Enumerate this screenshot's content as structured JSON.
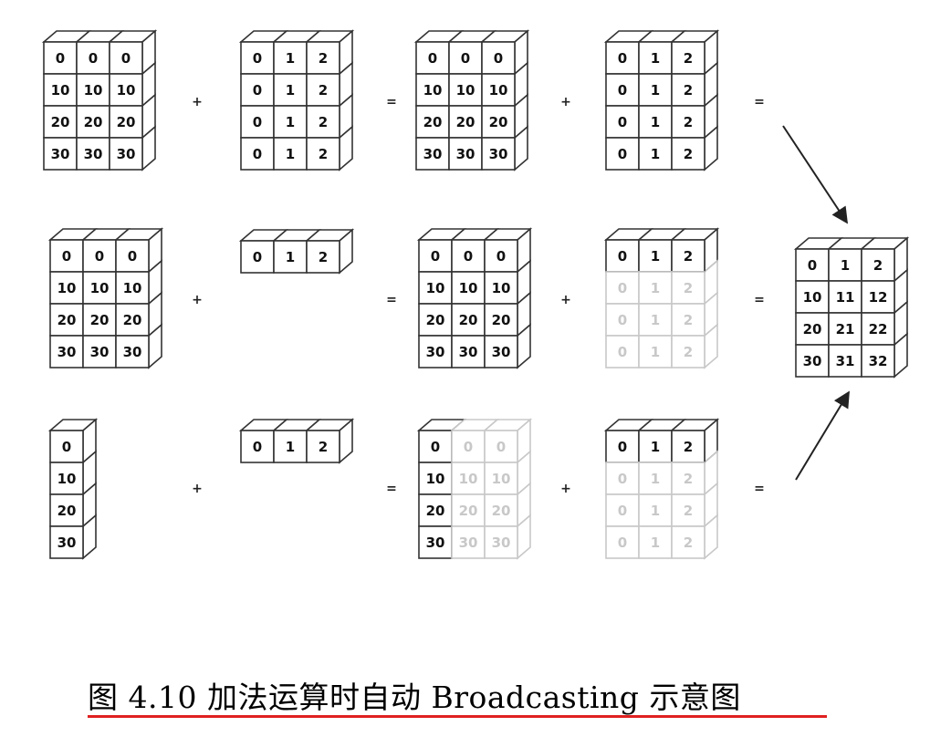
{
  "caption": "图 4.10  加法运算时自动 Broadcasting 示意图",
  "colors": {
    "dark": "#333333",
    "faded": "#c8c8c8",
    "caption_underline": "#e02020"
  },
  "operators": {
    "plus": "+",
    "equals": "="
  },
  "rows": [
    {
      "a": {
        "kind": "matrix",
        "cells": [
          [
            "0",
            "0",
            "0"
          ],
          [
            "10",
            "10",
            "10"
          ],
          [
            "20",
            "20",
            "20"
          ],
          [
            "30",
            "30",
            "30"
          ]
        ]
      },
      "b": {
        "kind": "matrix",
        "cells": [
          [
            "0",
            "1",
            "2"
          ],
          [
            "0",
            "1",
            "2"
          ],
          [
            "0",
            "1",
            "2"
          ],
          [
            "0",
            "1",
            "2"
          ]
        ]
      },
      "c": {
        "kind": "matrix",
        "cells": [
          [
            "0",
            "0",
            "0"
          ],
          [
            "10",
            "10",
            "10"
          ],
          [
            "20",
            "20",
            "20"
          ],
          [
            "30",
            "30",
            "30"
          ]
        ]
      },
      "d": {
        "kind": "matrix",
        "cells": [
          [
            "0",
            "1",
            "2"
          ],
          [
            "0",
            "1",
            "2"
          ],
          [
            "0",
            "1",
            "2"
          ],
          [
            "0",
            "1",
            "2"
          ]
        ]
      }
    },
    {
      "a": {
        "kind": "matrix",
        "cells": [
          [
            "0",
            "0",
            "0"
          ],
          [
            "10",
            "10",
            "10"
          ],
          [
            "20",
            "20",
            "20"
          ],
          [
            "30",
            "30",
            "30"
          ]
        ]
      },
      "b": {
        "kind": "row-vector",
        "cells": [
          [
            "0",
            "1",
            "2"
          ]
        ]
      },
      "c": {
        "kind": "matrix",
        "cells": [
          [
            "0",
            "0",
            "0"
          ],
          [
            "10",
            "10",
            "10"
          ],
          [
            "20",
            "20",
            "20"
          ],
          [
            "30",
            "30",
            "30"
          ]
        ]
      },
      "d": {
        "kind": "broadcast-rows",
        "cells": [
          [
            "0",
            "1",
            "2"
          ],
          [
            "0",
            "1",
            "2"
          ],
          [
            "0",
            "1",
            "2"
          ],
          [
            "0",
            "1",
            "2"
          ]
        ]
      }
    },
    {
      "a": {
        "kind": "column-vector",
        "cells": [
          [
            "0"
          ],
          [
            "10"
          ],
          [
            "20"
          ],
          [
            "30"
          ]
        ]
      },
      "b": {
        "kind": "row-vector",
        "cells": [
          [
            "0",
            "1",
            "2"
          ]
        ]
      },
      "c": {
        "kind": "broadcast-cols",
        "cells": [
          [
            "0",
            "0",
            "0"
          ],
          [
            "10",
            "10",
            "10"
          ],
          [
            "20",
            "20",
            "20"
          ],
          [
            "30",
            "30",
            "30"
          ]
        ]
      },
      "d": {
        "kind": "broadcast-rows",
        "cells": [
          [
            "0",
            "1",
            "2"
          ],
          [
            "0",
            "1",
            "2"
          ],
          [
            "0",
            "1",
            "2"
          ],
          [
            "0",
            "1",
            "2"
          ]
        ]
      }
    }
  ],
  "result": {
    "kind": "matrix",
    "cells": [
      [
        "0",
        "1",
        "2"
      ],
      [
        "10",
        "11",
        "12"
      ],
      [
        "20",
        "21",
        "22"
      ],
      [
        "30",
        "31",
        "32"
      ]
    ]
  }
}
